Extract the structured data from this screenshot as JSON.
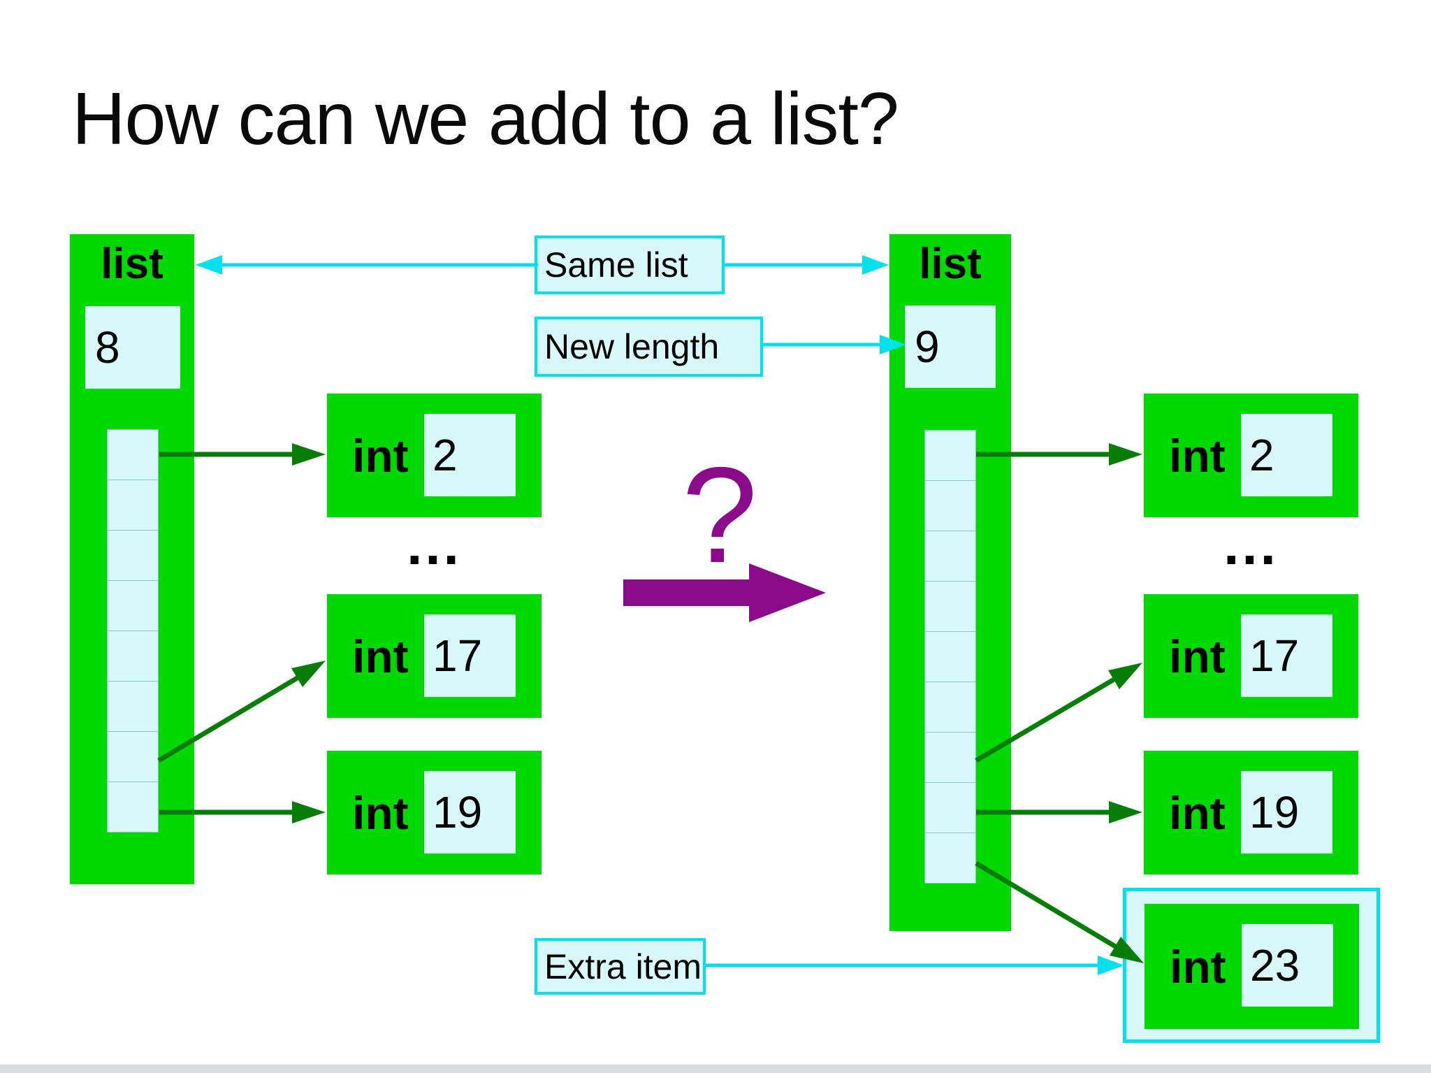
{
  "title": "How can we add to a list?",
  "left_list": {
    "title": "list",
    "length": "8",
    "cell_count": 8
  },
  "right_list": {
    "title": "list",
    "length": "9",
    "cell_count": 9
  },
  "left_items": [
    {
      "type": "int",
      "value": "2"
    },
    {
      "type": "int",
      "value": "17"
    },
    {
      "type": "int",
      "value": "19"
    }
  ],
  "right_items": [
    {
      "type": "int",
      "value": "2"
    },
    {
      "type": "int",
      "value": "17"
    },
    {
      "type": "int",
      "value": "19"
    },
    {
      "type": "int",
      "value": "23"
    }
  ],
  "ellipsis": "...",
  "labels": {
    "same_list": "Same list",
    "new_length": "New length",
    "extra_item": "Extra item"
  },
  "question_mark": "?",
  "colors": {
    "box_green": "#00d900",
    "cell_cyan": "#d8f8f9",
    "line_cyan": "#00e1ec",
    "arrow_dark_green": "#077c07",
    "question_purple": "#8b0a8b",
    "text_black": "#000000"
  }
}
